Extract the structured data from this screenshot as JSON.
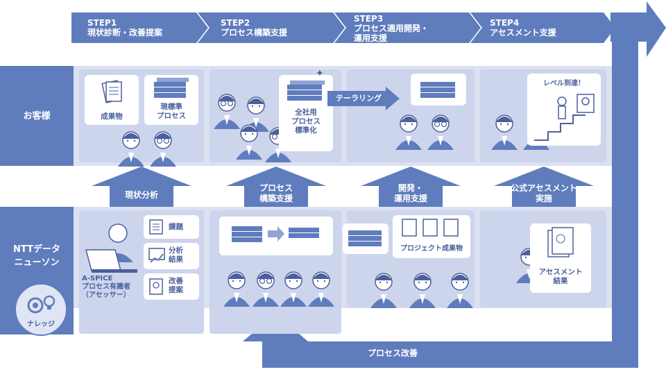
{
  "steps": [
    {
      "num": "STEP1",
      "title": "現状診断・改善提案"
    },
    {
      "num": "STEP2",
      "title": "プロセス構築支援"
    },
    {
      "num": "STEP3",
      "title": "プロセス適用開発・",
      "title2": "運用支援"
    },
    {
      "num": "STEP4",
      "title": "アセスメント支援"
    }
  ],
  "lanes": {
    "customer": "お客様",
    "ntt_line1": "NTTデータ",
    "ntt_line2": "ニューソン"
  },
  "knowledge": "ナレッジ",
  "customer": {
    "s1_card1": "成果物",
    "s1_card2_l1": "現標準",
    "s1_card2_l2": "プロセス",
    "s2_l1": "全社用",
    "s2_l2": "プロセス",
    "s2_l3": "標準化",
    "s3_tailoring": "テーラリング",
    "s4_level": "レベル到達！"
  },
  "middle_arrows": [
    {
      "l1": "現状分析",
      "l2": ""
    },
    {
      "l1": "プロセス",
      "l2": "構築支援"
    },
    {
      "l1": "開発・",
      "l2": "運用支援"
    },
    {
      "l1": "公式アセスメント",
      "l2": "実施"
    }
  ],
  "ntt": {
    "issue": "課題",
    "analysis_l1": "分析",
    "analysis_l2": "結果",
    "improve_l1": "改善",
    "improve_l2": "提案",
    "assessor_l1": "A-SPICE",
    "assessor_l2": "プロセス有識者",
    "assessor_l3": "（アセッサー）",
    "project_output": "プロジェクト成果物",
    "assessment_l1": "アセスメント",
    "assessment_l2": "結果"
  },
  "bottom": "プロセス改善",
  "colors": {
    "primary": "#5f7cbd",
    "band": "#dbe1f1",
    "text": "#4a5f9c"
  }
}
